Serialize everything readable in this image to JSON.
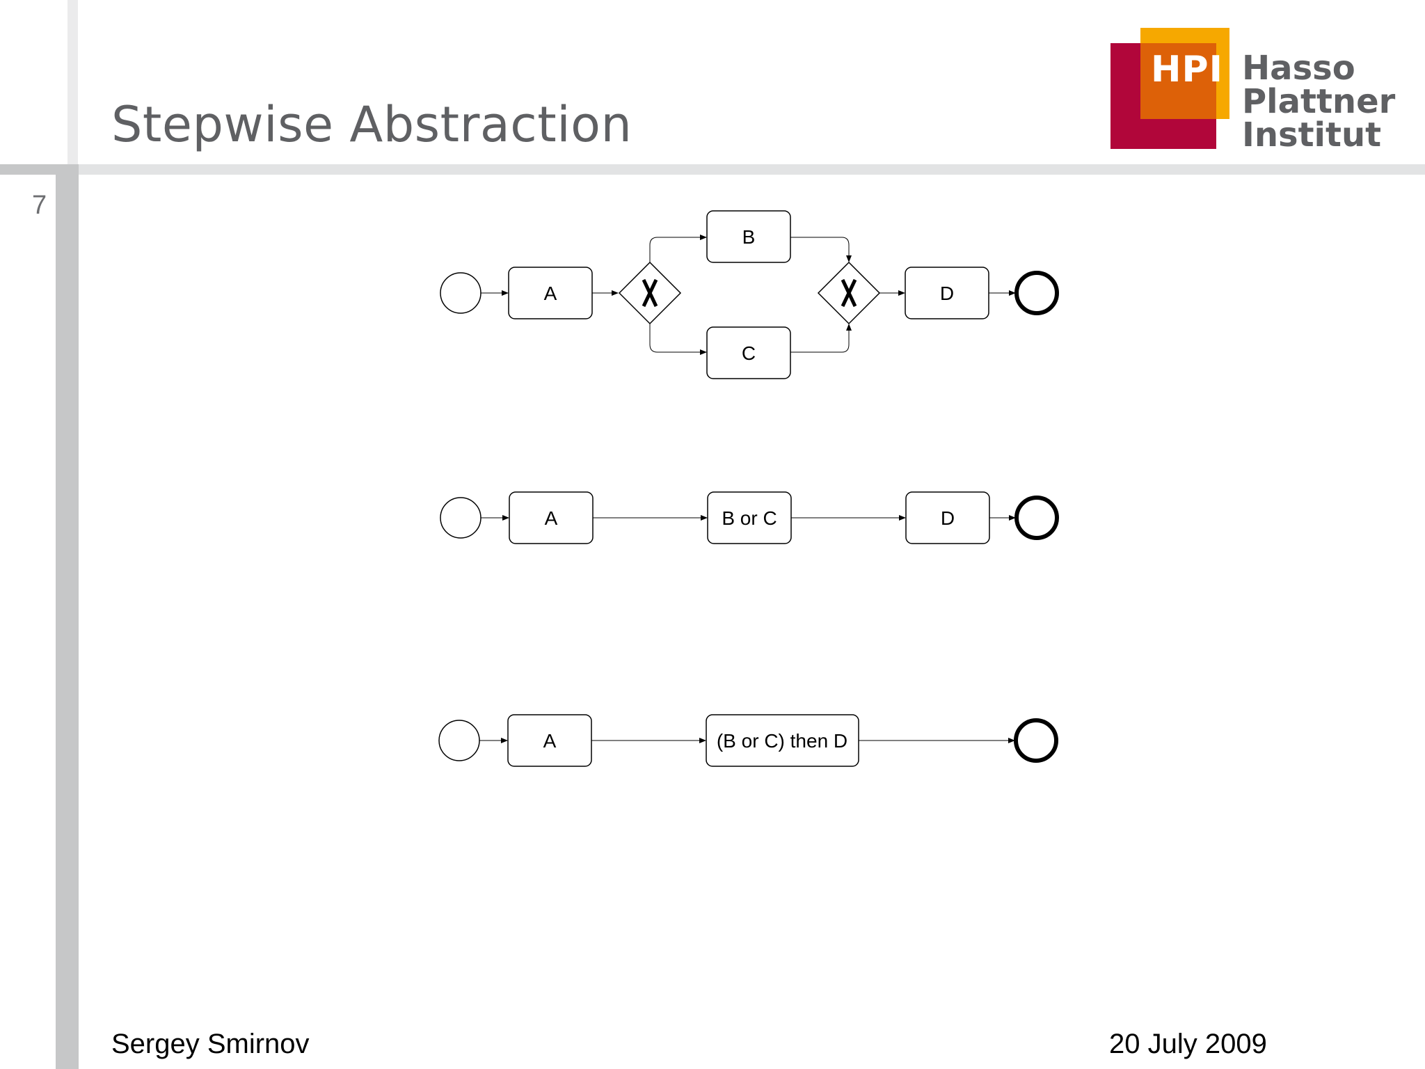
{
  "slide": {
    "number": "7",
    "title": "Stepwise Abstraction",
    "author": "Sergey Smirnov",
    "date": "20 July 2009"
  },
  "logo": {
    "abbr": "HPI",
    "words": [
      "Hasso",
      "Plattner",
      "Institut"
    ],
    "colors": {
      "red": "#b1063a",
      "orange": "#dd6108",
      "yellow": "#f6a800"
    }
  },
  "diagrams": [
    {
      "tasks": [
        "A",
        "B",
        "C",
        "D"
      ],
      "gateways": [
        "xor-split",
        "xor-join"
      ]
    },
    {
      "tasks": [
        "A",
        "B or C",
        "D"
      ]
    },
    {
      "tasks": [
        "A",
        "(B or C) then D"
      ]
    }
  ]
}
